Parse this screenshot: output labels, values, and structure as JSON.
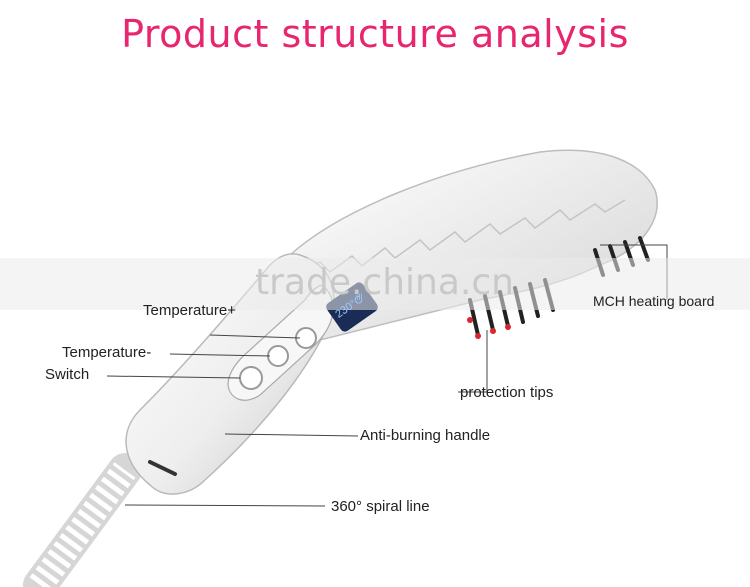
{
  "title": "Product structure analysis",
  "watermark": "trade.china.cn",
  "labels": {
    "temp_plus": "Temperature+",
    "temp_minus": "Temperature-",
    "switch": "Switch",
    "heating_board": "MCH heating board",
    "protection_tips": "protection tips",
    "handle": "Anti-burning handle",
    "spiral": "360°  spiral line"
  },
  "display": {
    "temperature": "230°C",
    "signal": "ıll"
  },
  "colors": {
    "title": "#e8266f",
    "label": "#222222",
    "lcd_bg": "#1a2b55",
    "lcd_text": "#9ec8ff",
    "accent_red": "#d8262f"
  }
}
